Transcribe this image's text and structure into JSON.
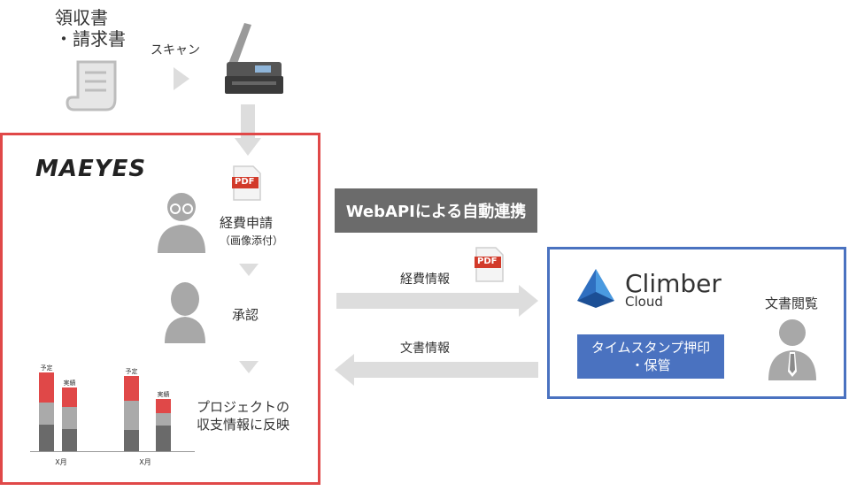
{
  "document": {
    "line1": "領収書",
    "line2": "・請求書"
  },
  "scan": {
    "label": "スキャン"
  },
  "maeyes": {
    "logo": "MAEYES",
    "pdf_badge": "PDF",
    "step1_line1": "経費申請",
    "step1_line2": "（画像添付）",
    "step2": "承認",
    "step3_line1": "プロジェクトの",
    "step3_line2": "収支情報に反映"
  },
  "chart_data": {
    "type": "bar",
    "categories": [
      "X月",
      "X月"
    ],
    "group_labels": [
      "予定",
      "実績"
    ],
    "series": [
      {
        "values": [
          30,
          25,
          24,
          29
        ]
      },
      {
        "values": [
          25,
          25,
          33,
          14
        ]
      },
      {
        "values": [
          34,
          22,
          28,
          16
        ]
      }
    ],
    "colors": [
      "#6a6a6a",
      "#aaaaaa",
      "#e04848"
    ]
  },
  "api": {
    "banner": "WebAPIによる自動連携",
    "expense_info": "経費情報",
    "pdf_badge": "PDF",
    "document_info": "文書情報"
  },
  "climber": {
    "name": "Climber",
    "sub": "Cloud",
    "timestamp_line1": "タイムスタンプ押印",
    "timestamp_line2": "・保管",
    "viewer_label": "文書閲覧"
  },
  "colors": {
    "maeyes_red": "#e04848",
    "climber_blue": "#4a72c0",
    "arrow_gray": "#dddddd"
  }
}
